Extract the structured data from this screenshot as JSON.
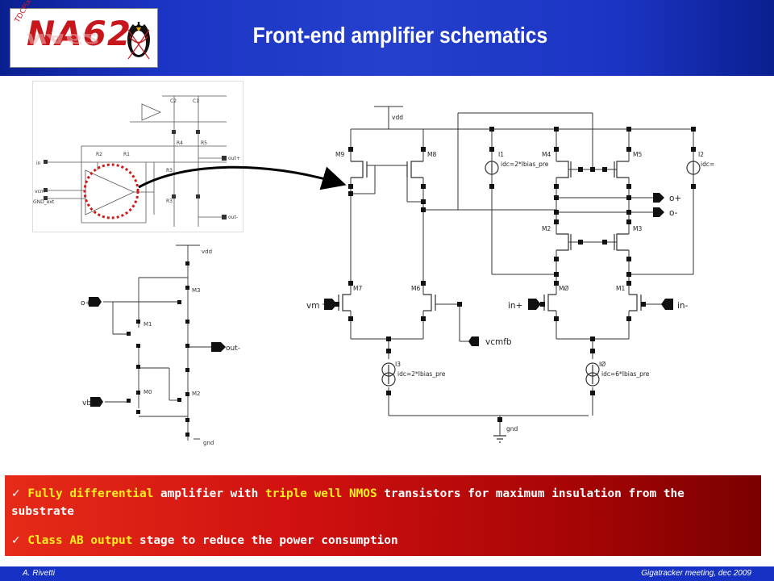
{
  "header": {
    "title": "Front-end amplifier schematics",
    "logo_text": "NA62",
    "logo_side": "TDCPix"
  },
  "schematic_top_left": {
    "labels": [
      "C2",
      "C1",
      "R2",
      "R1",
      "R4",
      "R5",
      "R3",
      "R3",
      "out+",
      "out-",
      "in",
      "vcm",
      "GND_ext"
    ]
  },
  "schematic_output_stage": {
    "vdd": "vdd",
    "gnd": "gnd",
    "o_plus": "o+",
    "vb": "vb",
    "out_minus": "out-",
    "m3": "M3",
    "m1": "M1",
    "m0": "M0",
    "m2": "M2"
  },
  "schematic_main": {
    "vdd": "vdd",
    "gnd": "gnd",
    "vm": "vm",
    "vcmfb": "vcmfb",
    "in_plus": "in+",
    "in_minus": "in-",
    "o_plus": "o+",
    "o_minus": "o-",
    "m9": "M9",
    "m8": "M8",
    "m7": "M7",
    "m6": "M6",
    "m4": "M4",
    "m5": "M5",
    "m2": "M2",
    "m3": "M3",
    "m0": "MØ",
    "m1": "M1",
    "i1": "I1",
    "i1_val": "idc=2*Ibias_pre",
    "i2": "I2",
    "i2_val": "idc=",
    "i3": "I3",
    "i3_val": "idc=2*Ibias_pre",
    "i0": "IØ",
    "i0_val": "idc=6*Ibias_pre"
  },
  "bullets": {
    "b1_part1": "Fully differential",
    "b1_part2": " amplifier with ",
    "b1_part3": "triple well NMOS",
    "b1_part4": " transistors for maximum insulation from the substrate",
    "b2_part1": "Class AB output",
    "b2_part2": " stage to reduce the power consumption",
    "check": "✓"
  },
  "footer": {
    "left": "A. Rivetti",
    "right": "Gigatracker meeting, dec 2009"
  },
  "colors": {
    "header_blue": "#1c34c4",
    "bullet_red": "#cf1010",
    "highlight_yellow": "#ffef1f",
    "marker_red": "#d01818"
  }
}
